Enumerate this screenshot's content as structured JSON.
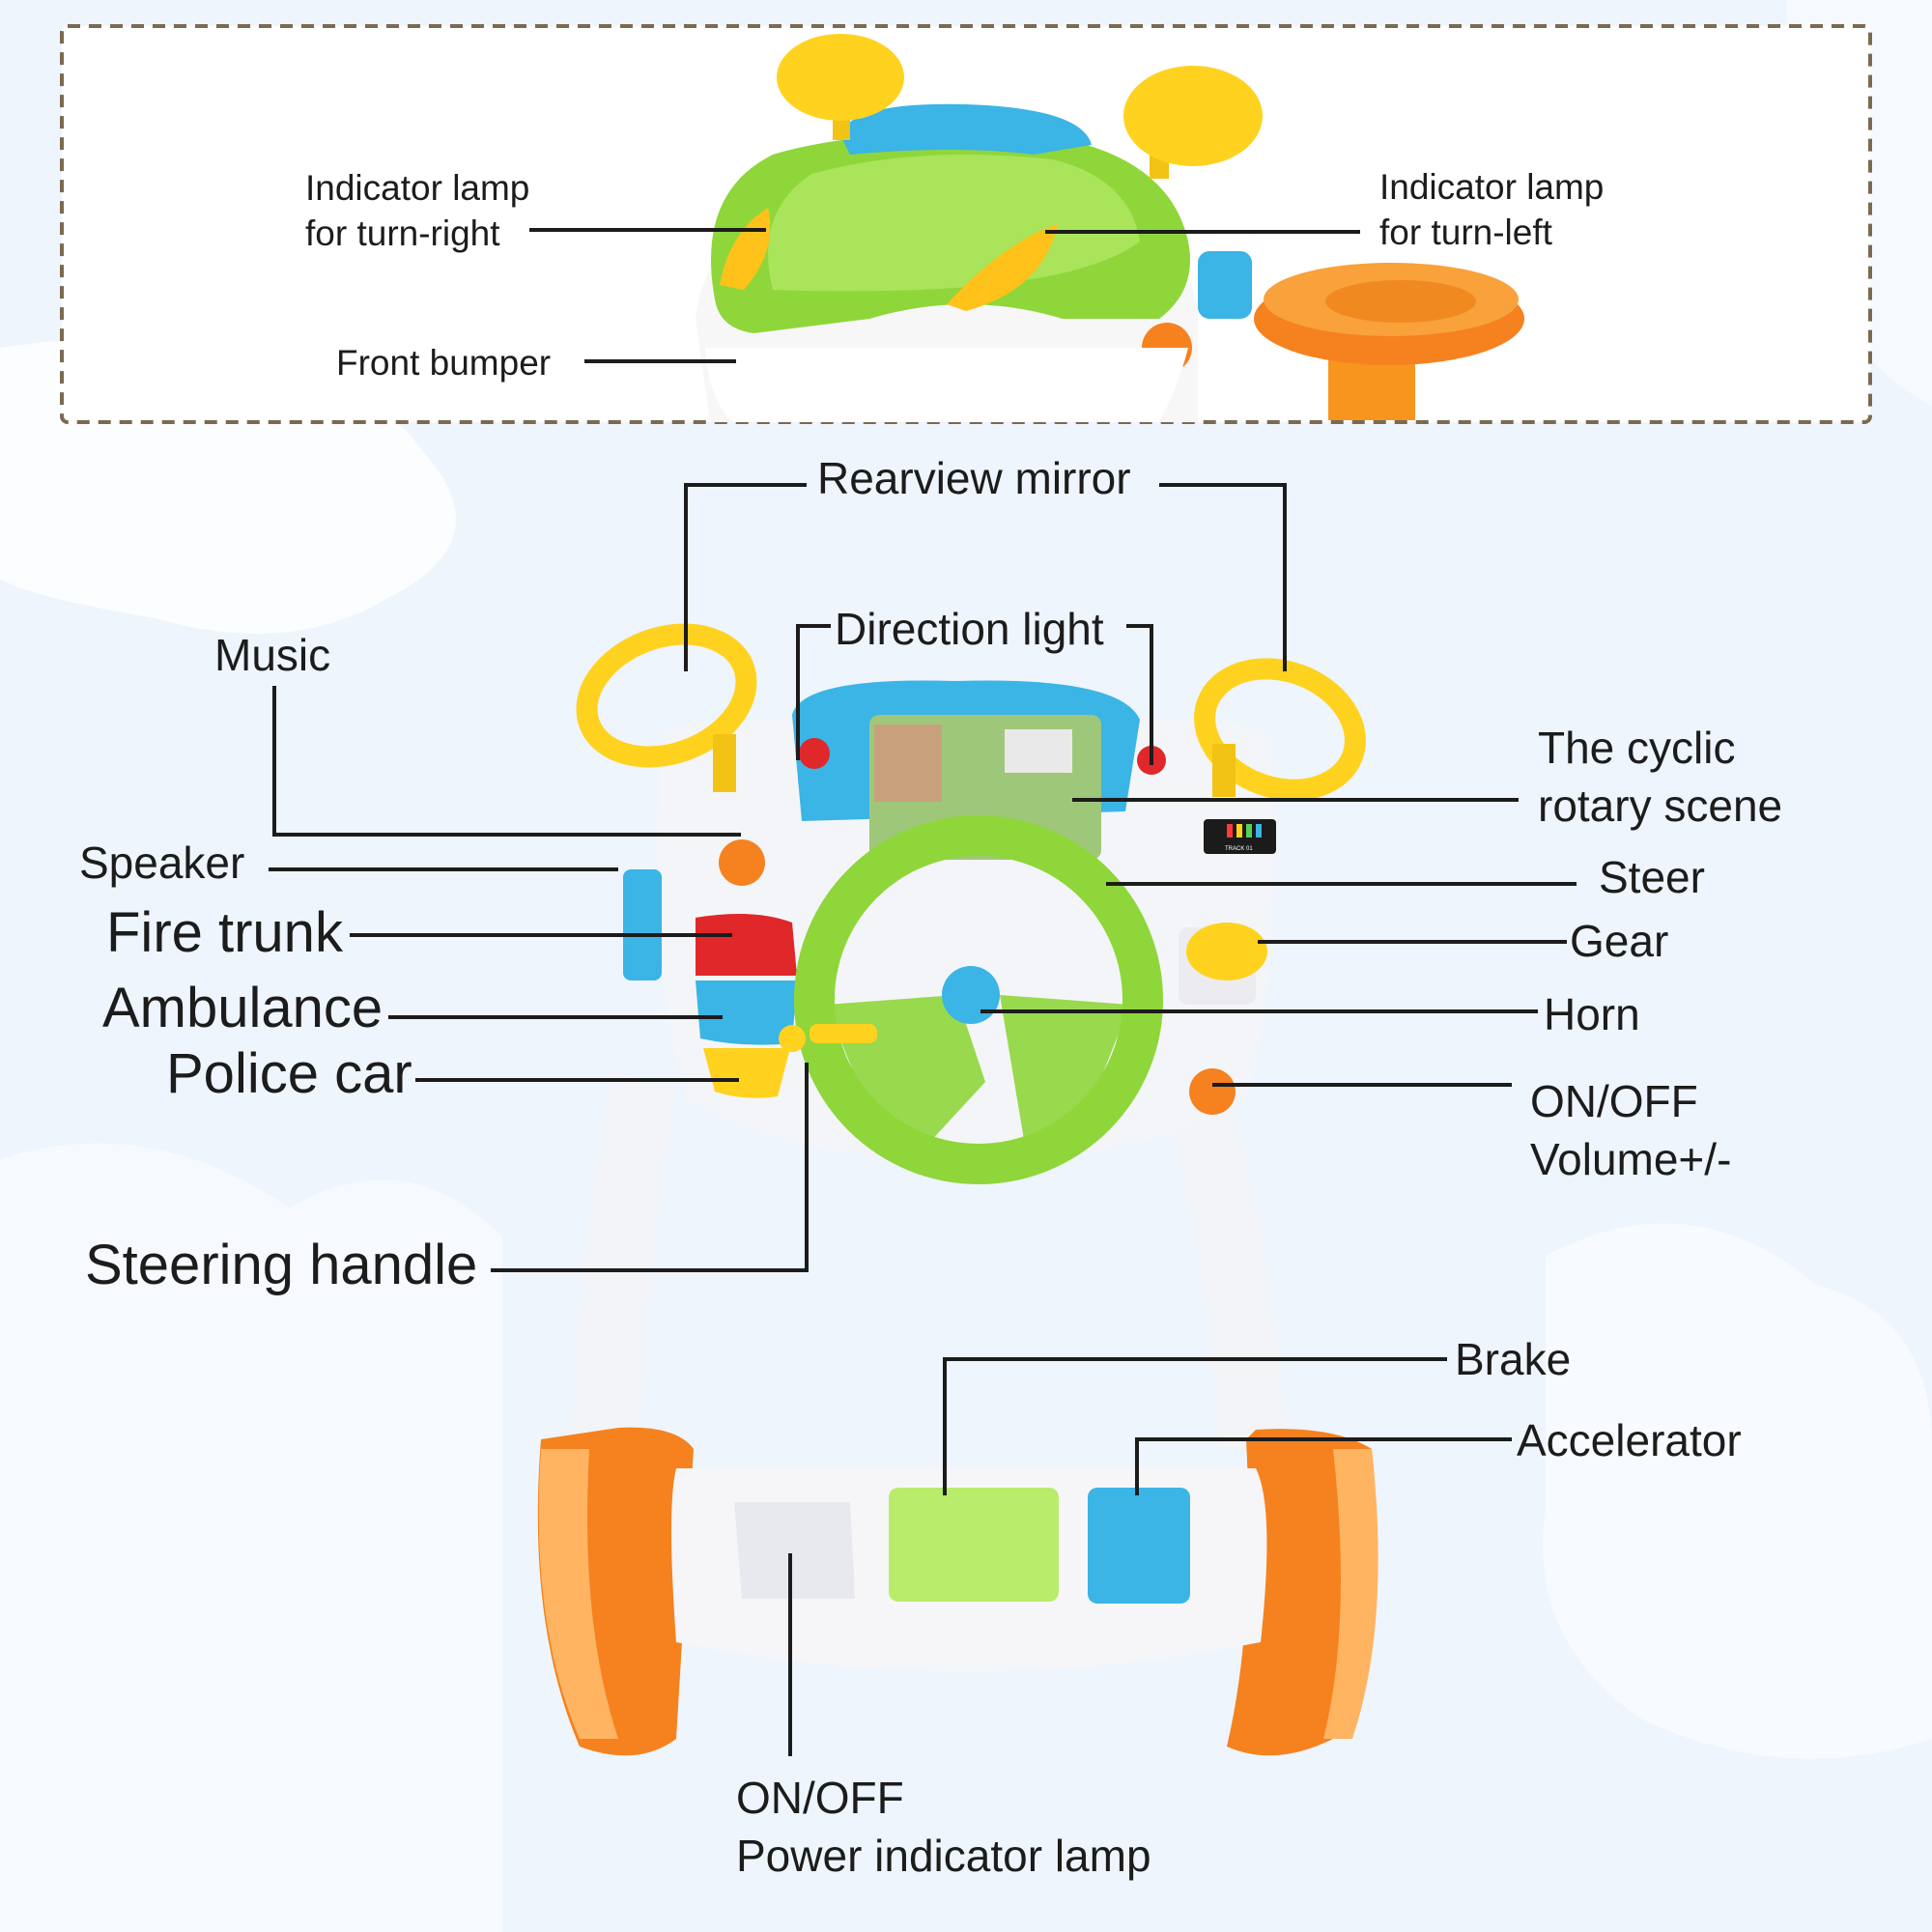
{
  "inset": {
    "indicator_right": "Indicator lamp\nfor turn-right",
    "indicator_left": "Indicator lamp\nfor turn-left",
    "front_bumper": "Front bumper"
  },
  "labels": {
    "rearview_mirror": "Rearview mirror",
    "direction_light": "Direction light",
    "music": "Music",
    "cyclic_scene": "The cyclic\nrotary scene",
    "speaker": "Speaker",
    "steer": "Steer",
    "fire_trunk": "Fire trunk",
    "gear": "Gear",
    "ambulance": "Ambulance",
    "horn": "Horn",
    "police_car": "Police car",
    "on_off_volume": "ON/OFF\nVolume+/-",
    "steering_handle": "Steering handle",
    "brake": "Brake",
    "accelerator": "Accelerator",
    "on_off_power": "ON/OFF\nPower indicator lamp"
  },
  "screen_text": "TRACK 01",
  "colors": {
    "background": "#eef5fc",
    "green": "#8fd63a",
    "orange": "#f5821f",
    "yellow": "#ffd21f",
    "blue": "#3bb4e6",
    "line": "#1c1c1c",
    "inset_border": "#7a6a50"
  }
}
